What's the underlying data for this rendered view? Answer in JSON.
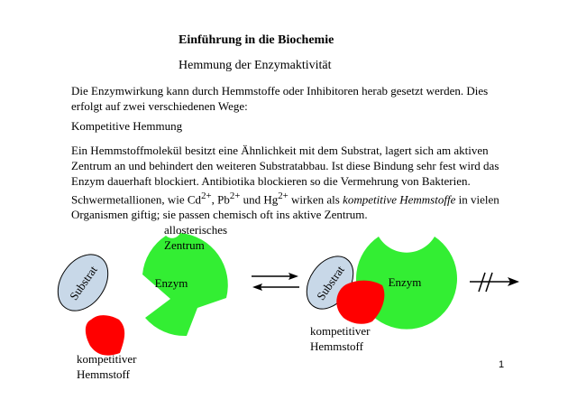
{
  "document": {
    "title": "Einführung in die Biochemie",
    "subtitle": "Hemmung der Enzymaktivität",
    "intro": "Die Enzymwirkung kann durch Hemmstoffe oder Inhibitoren herab gesetzt werden. Dies erfolgt auf zwei verschiedenen Wege:",
    "section_heading": "Kompetitive Hemmung",
    "body": {
      "part1": "Ein Hemmstoffmolekül besitzt eine Ähnlichkeit mit dem Substrat, lagert sich am aktiven Zentrum an und behindert den weiteren Substratabbau. Ist diese Bindung sehr fest wird das Enzym dauerhaft blockiert. Antibiotika blockieren so die Vermehrung von Bakterien. Schwermetallionen, wie Cd",
      "cd_charge": "2+",
      "sep1": ", Pb",
      "pb_charge": "2+",
      "sep2": " und Hg",
      "hg_charge": "2+",
      "sep3": " wirken als ",
      "emphasis": "kompetitive Hemmstoffe",
      "part2": " in vielen Organismen giftig; sie passen chemisch oft ins aktive Zentrum."
    },
    "page_number": "1"
  },
  "diagram": {
    "left": {
      "allosteric_line1": "allosterisches",
      "allosteric_line2": "Zentrum",
      "substrate_label": "Substrat",
      "enzyme_label": "Enzym",
      "inhibitor_line1": "kompetitiver",
      "inhibitor_line2": "Hemmstoff"
    },
    "right": {
      "substrate_label": "Substrat",
      "enzyme_label": "Enzym",
      "inhibitor_line1": "kompetitiver",
      "inhibitor_line2": "Hemmstoff"
    },
    "colors": {
      "enzyme": "#33ee33",
      "inhibitor": "#ff0000",
      "substrate": "#c8d8e8",
      "stroke": "#000000"
    }
  }
}
